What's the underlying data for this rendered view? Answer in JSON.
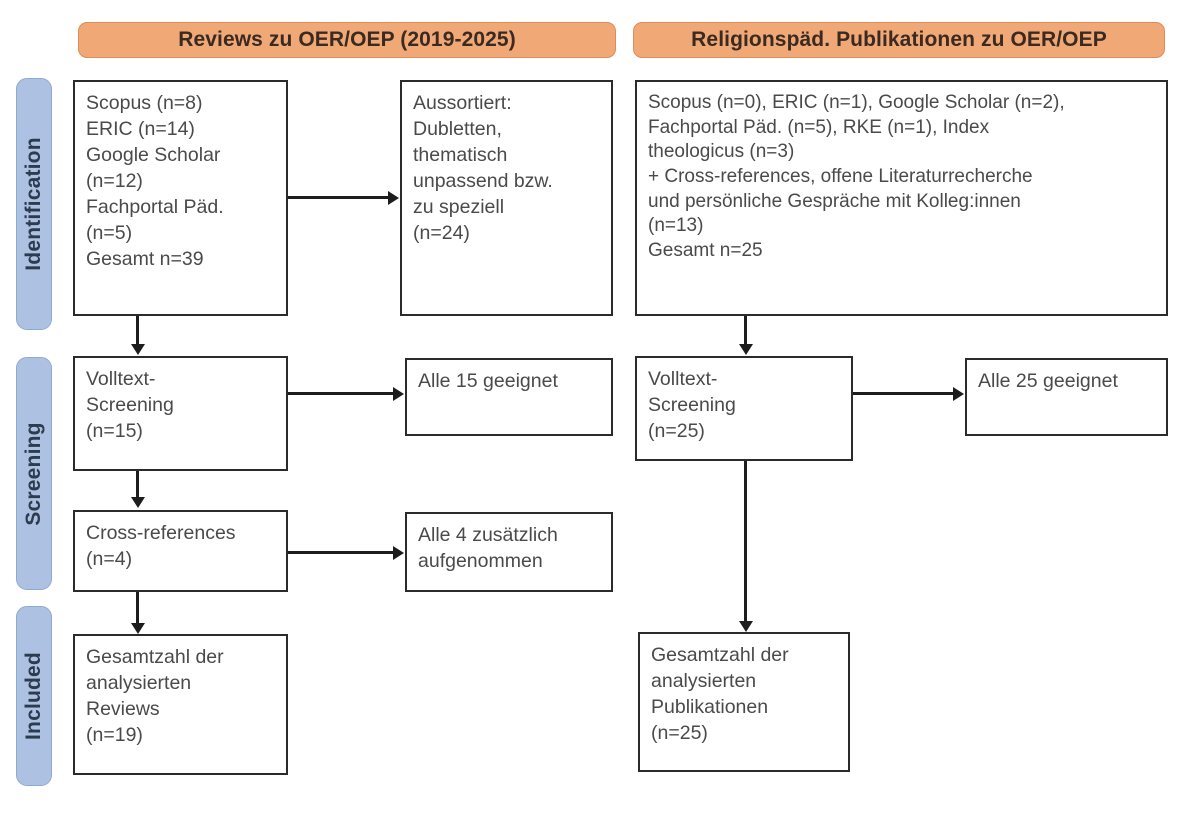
{
  "diagram": {
    "type": "prisma-flow",
    "title_left": "Reviews zu OER/OEP (2019-2025)",
    "title_right": "Religionspäd. Publikationen zu OER/OEP",
    "colors": {
      "banner": "#f0a877",
      "phase": "#adc2e2",
      "box_border": "#2b2b2b",
      "text": "#4a4a4a"
    }
  },
  "phases": [
    {
      "label": "Identification"
    },
    {
      "label": "Screening"
    },
    {
      "label": "Included"
    }
  ],
  "columns": {
    "left": {
      "header": "Reviews zu OER/OEP (2019-2025)",
      "identification_box": "Scopus (n=8)\nERIC (n=14)\nGoogle Scholar\n(n=12)\nFachportal Päd.\n(n=5)\nGesamt n=39",
      "excluded_box": "Aussortiert:\nDubletten,\nthematisch\nunpassend bzw.\nzu speziell\n(n=24)",
      "screening_box": "Volltext-\nScreening\n(n=15)",
      "screening_result_box": "Alle 15 geeignet",
      "crossref_box": "Cross-references\n(n=4)",
      "crossref_result_box": "Alle 4 zusätzlich\naufgenommen",
      "included_box": "Gesamtzahl der\nanalysierten\nReviews\n(n=19)"
    },
    "right": {
      "header": "Religionspäd. Publikationen zu OER/OEP",
      "identification_box": "Scopus (n=0), ERIC (n=1), Google Scholar (n=2),\nFachportal Päd. (n=5), RKE (n=1), Index\ntheologicus (n=3)\n+ Cross-references, offene Literaturrecherche\nund persönliche Gespräche mit Kolleg:innen\n(n=13)\nGesamt n=25",
      "screening_box": "Volltext-\nScreening\n(n=25)",
      "screening_result_box": "Alle 25 geeignet",
      "included_box": "Gesamtzahl der\nanalysierten\nPublikationen\n(n=25)"
    }
  },
  "counts": {
    "left_scopus": 8,
    "left_eric": 14,
    "left_google_scholar": 12,
    "left_fachportal": 5,
    "left_total": 39,
    "left_excluded": 24,
    "left_fulltext_screening": 15,
    "left_crossrefs": 4,
    "left_included": 19,
    "right_scopus": 0,
    "right_eric": 1,
    "right_google_scholar": 2,
    "right_fachportal": 5,
    "right_rke": 1,
    "right_index_theologicus": 3,
    "right_other_sources": 13,
    "right_total": 25,
    "right_fulltext_screening": 25,
    "right_included": 25
  }
}
